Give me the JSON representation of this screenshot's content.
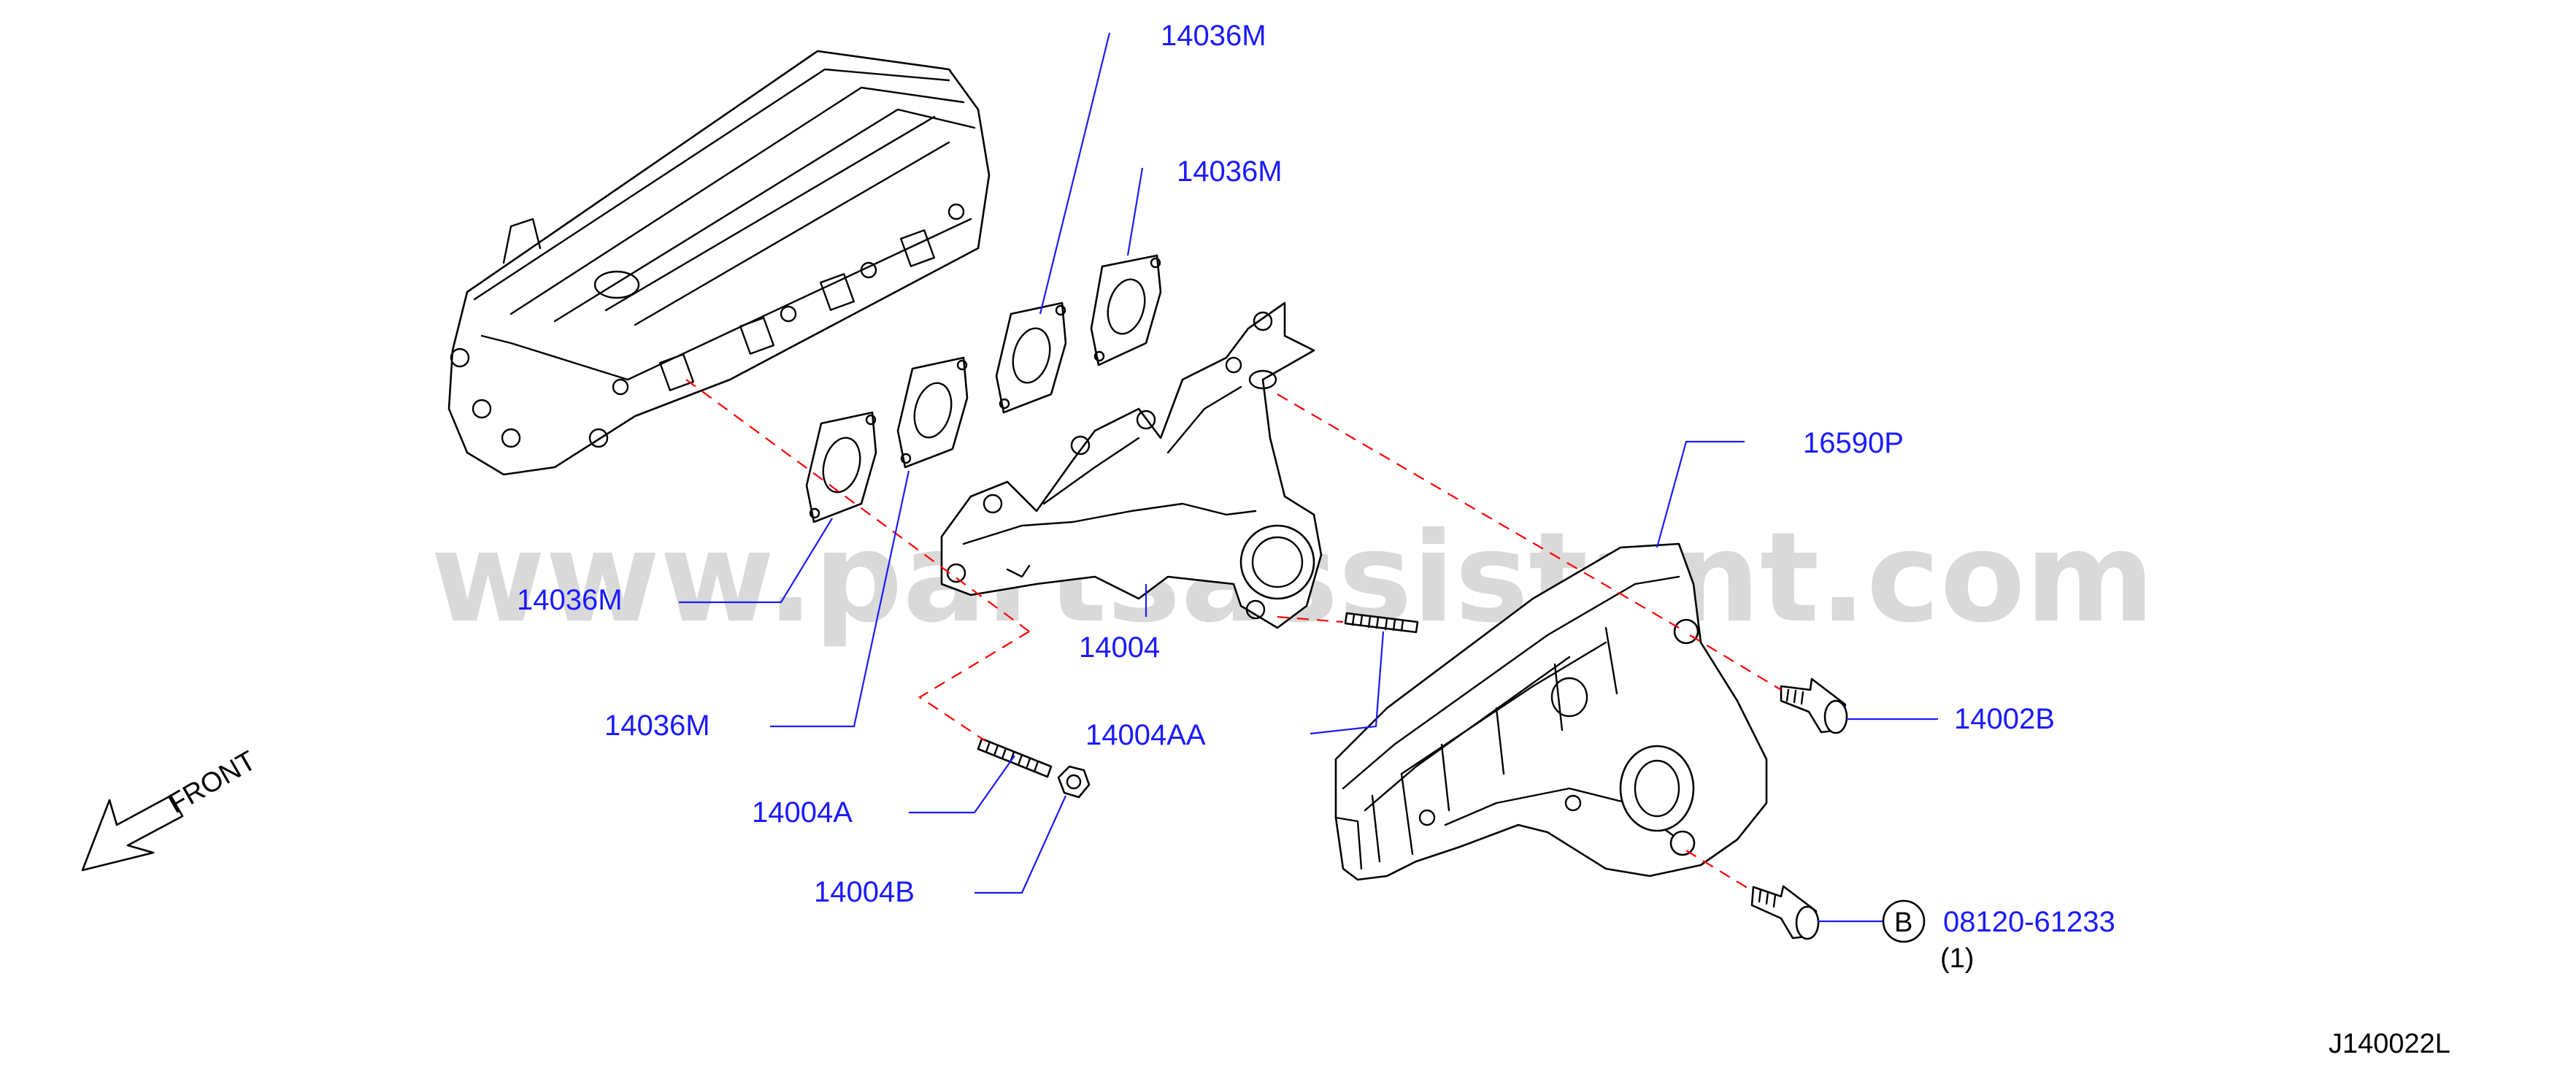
{
  "watermark": "www.partsassistant.com",
  "labels": {
    "gasket_top_1": "14036M",
    "gasket_top_2": "14036M",
    "gasket_left_1": "14036M",
    "gasket_left_2": "14036M",
    "manifold": "14004",
    "heat_insulator": "16590P",
    "stud_aa": "14004AA",
    "stud_a": "14004A",
    "nut_b": "14004B",
    "bolt_b": "14002B",
    "bolt_part": "08120-61233",
    "bolt_qty": "(1)",
    "bolt_ref_letter": "B"
  },
  "front_label": "FRONT",
  "diagram_code": "J140022L",
  "colors": {
    "label": "#1a1aff",
    "dashed_line": "#ff0000",
    "watermark": "#d9d9d9"
  }
}
